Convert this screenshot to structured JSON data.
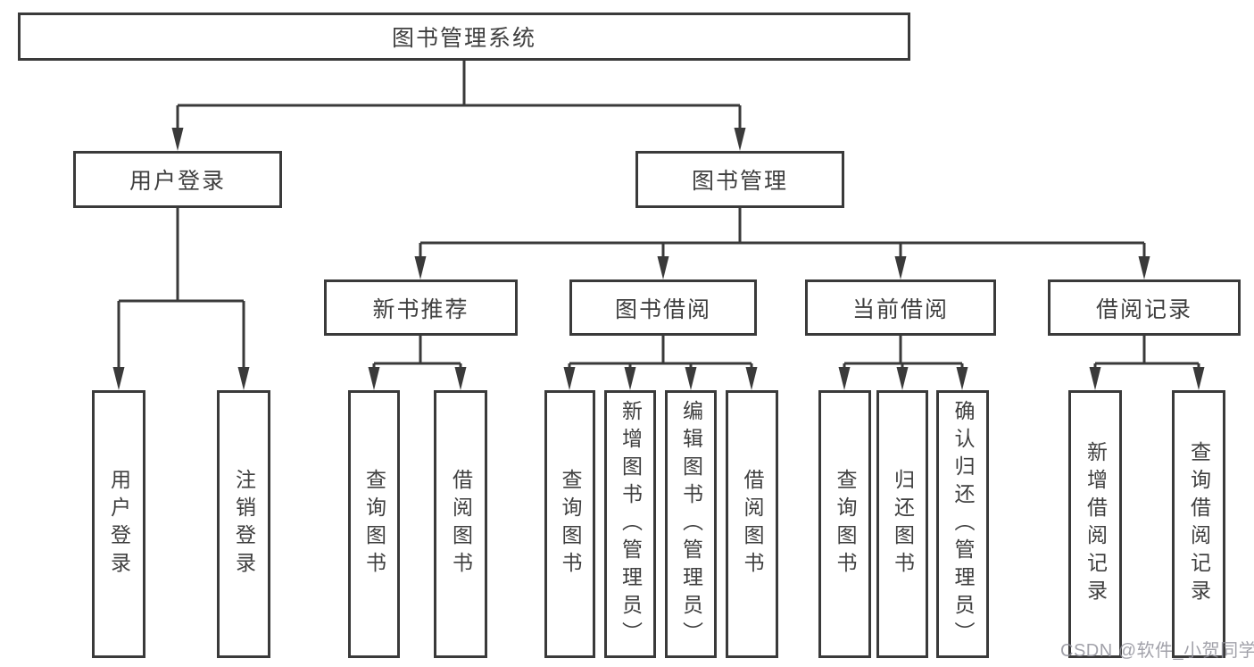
{
  "diagram": {
    "title": "图书管理系统",
    "root": "图书管理系统",
    "level2": [
      "用户登录",
      "图书管理"
    ],
    "level3": [
      "新书推荐",
      "图书借阅",
      "当前借阅",
      "借阅记录"
    ],
    "leaves_login": [
      "用户登录",
      "注销登录"
    ],
    "leaves_recommend": [
      "查询图书",
      "借阅图书"
    ],
    "leaves_borrow": [
      "查询图书",
      "新增图书（管理员）",
      "编辑图书（管理员）",
      "借阅图书"
    ],
    "leaves_current": [
      "查询图书",
      "归还图书",
      "确认归还（管理员）"
    ],
    "leaves_record": [
      "新增借阅记录",
      "查询借阅记录"
    ]
  },
  "watermark": "CSDN @软件_小贺同学",
  "colors": {
    "line": "#3a3a3a",
    "box_border": "#3a3a3a",
    "text": "#3f3f3f",
    "watermark": "#92929b",
    "background": "#ffffff"
  }
}
